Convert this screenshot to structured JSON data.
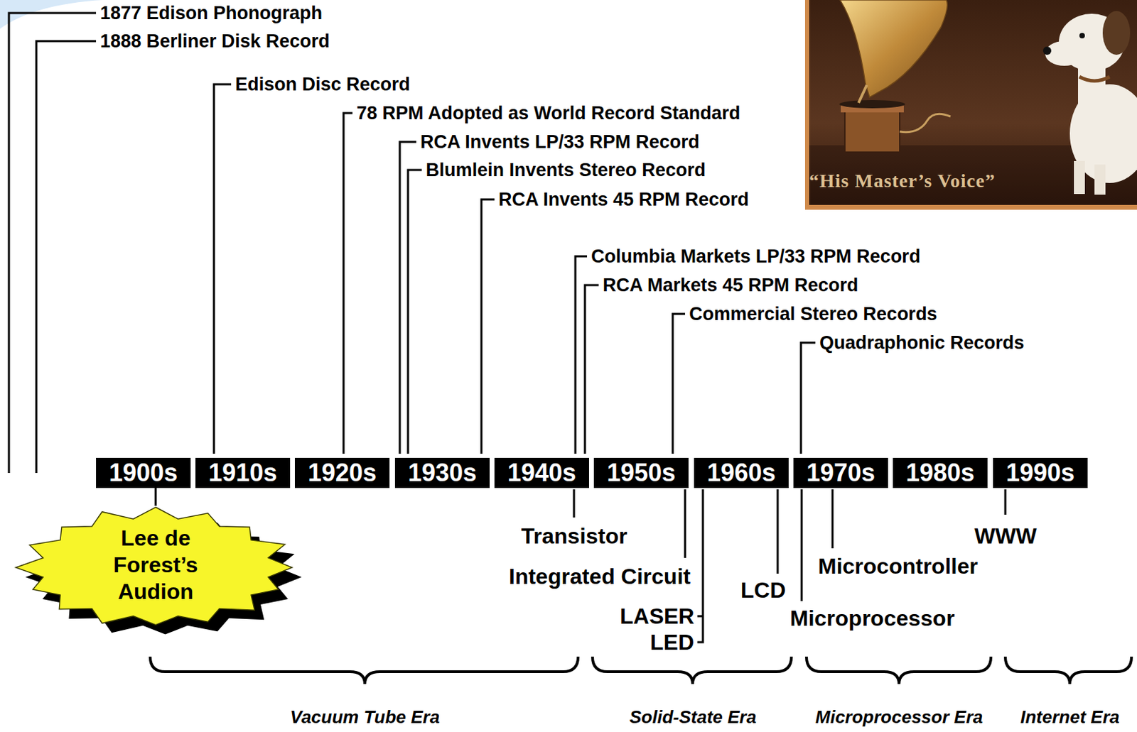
{
  "diagram": {
    "nodes": [
      {
        "text": [
          "1900s"
        ]
      },
      {
        "text": [
          "1910s"
        ]
      },
      {
        "text": [
          "1920s"
        ]
      },
      {
        "text": [
          "1930s"
        ]
      },
      {
        "text": [
          "1940s"
        ]
      },
      {
        "text": [
          "1950s"
        ]
      },
      {
        "text": [
          "1960s"
        ]
      },
      {
        "text": [
          "1970s"
        ]
      },
      {
        "text": [
          "1980s"
        ]
      },
      {
        "text": [
          "1990s"
        ]
      },
      {
        "text": [
          "Lee de Forest’s Audion"
        ]
      }
    ],
    "edges": [
      {
        "from": 0,
        "to": 10,
        "arrow": "none"
      }
    ],
    "labels": [
      "1877 Edison Phonograph",
      "1888 Berliner Disk Record",
      "Edison Disc Record",
      "78 RPM Adopted as World Record Standard",
      "RCA Invents LP/33 RPM Record",
      "Blumlein Invents Stereo Record",
      "RCA Invents 45 RPM Record",
      "Columbia Markets LP/33 RPM Record",
      "RCA Markets 45 RPM Record",
      "Commercial Stereo Records",
      "Quadraphonic Records",
      "Transistor",
      "Integrated Circuit",
      "LASER",
      "LED",
      "LCD",
      "Microcontroller",
      "Microprocessor",
      "WWW",
      "Vacuum Tube Era",
      "Solid-State Era",
      "Microprocessor Era",
      "Internet Era",
      "“His Master’s Voice”"
    ]
  }
}
